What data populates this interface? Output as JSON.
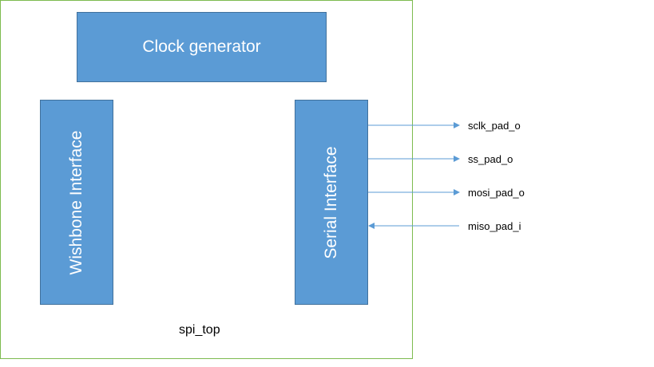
{
  "diagram": {
    "top_module_label": "spi_top",
    "blocks": {
      "clock_generator": "Clock generator",
      "wishbone_interface": "Wishbone Interface",
      "serial_interface": "Serial Interface"
    },
    "signals": [
      {
        "name": "sclk_pad_o",
        "direction": "output"
      },
      {
        "name": "ss_pad_o",
        "direction": "output"
      },
      {
        "name": "mosi_pad_o",
        "direction": "output"
      },
      {
        "name": "miso_pad_i",
        "direction": "input"
      }
    ]
  },
  "colors": {
    "block_fill": "#5b9bd5",
    "block_border": "#41719c",
    "frame_border": "#7dbb4f",
    "arrow": "#5b9bd5"
  }
}
